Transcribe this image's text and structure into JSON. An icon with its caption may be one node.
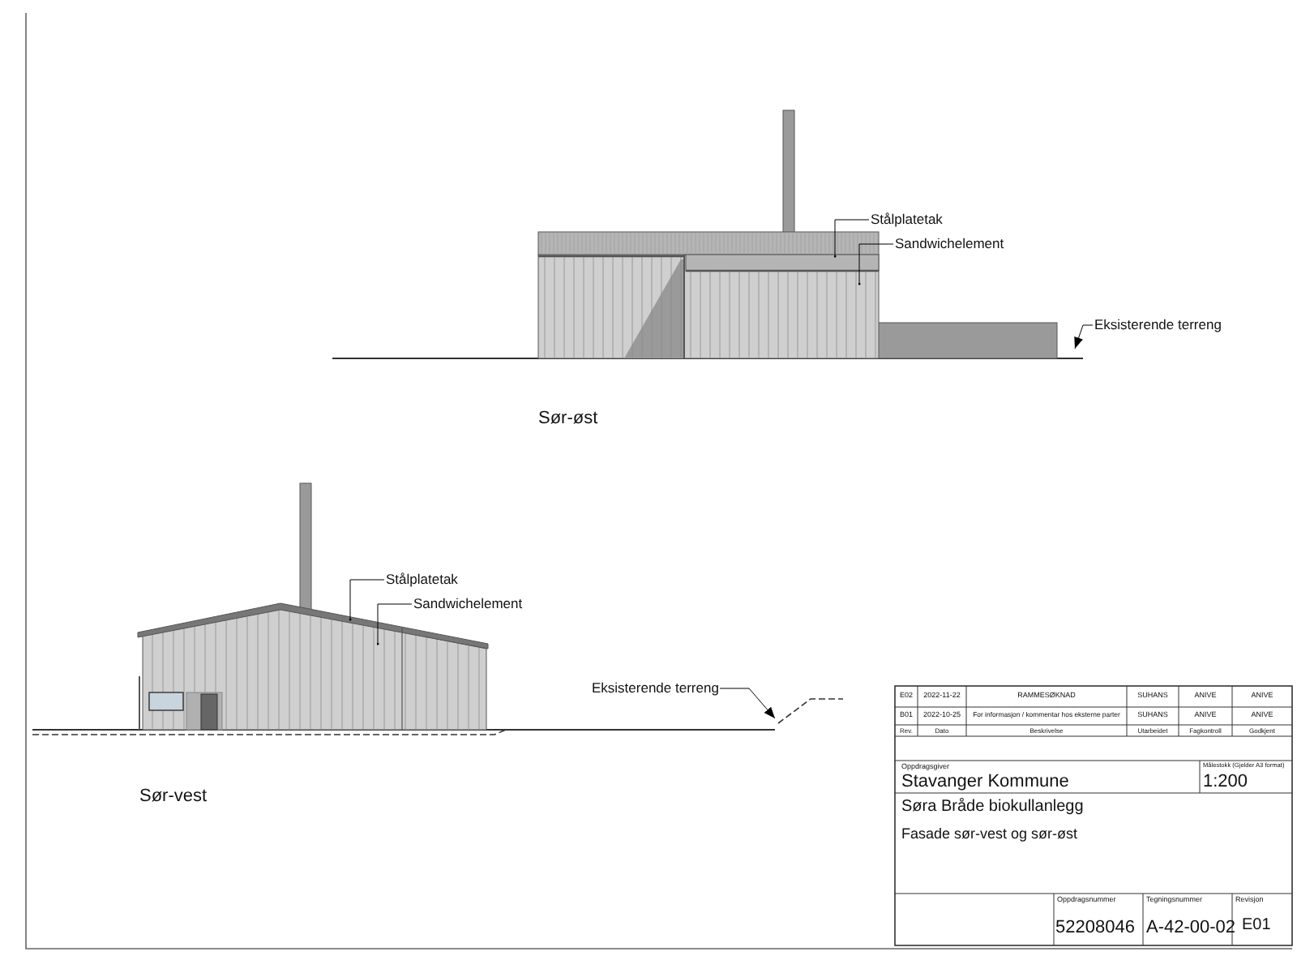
{
  "diagram": {
    "nodes": [
      {
        "text": [
          "Stålplatetak"
        ]
      },
      {
        "text": [
          "Sandwichelement"
        ]
      },
      {
        "text": [
          "Eksisterende terreng"
        ]
      },
      {
        "text": [
          "Stålplatetak"
        ]
      },
      {
        "text": [
          "Sandwichelement"
        ]
      },
      {
        "text": [
          "Eksisterende terreng"
        ]
      }
    ],
    "edges": [
      {
        "from": 0,
        "to": null,
        "arrow": "other"
      },
      {
        "from": 1,
        "to": null,
        "arrow": "other"
      },
      {
        "from": 2,
        "to": null,
        "arrow": "to"
      },
      {
        "from": 3,
        "to": null,
        "arrow": "other"
      },
      {
        "from": 4,
        "to": null,
        "arrow": "other"
      },
      {
        "from": 5,
        "to": null,
        "arrow": "to"
      }
    ],
    "labels": [
      "Sør-øst",
      "Sør-vest",
      "E02",
      "2022-11-22",
      "RAMMESØKNAD",
      "SUHANS",
      "ANIVE",
      "ANIVE",
      "B01",
      "2022-10-25",
      "For informasjon / kommentar hos eksterne parter",
      "SUHANS",
      "ANIVE",
      "ANIVE",
      "Rev.",
      "Dato",
      "Beskrivelse",
      "Utarbeidet",
      "Fagkontroll",
      "Godkjent",
      "Oppdragsgiver",
      "Stavanger Kommune",
      "Målestokk (Gjelder A3 format)",
      "1:200",
      "Søra Bråde biokullanlegg",
      "Fasade sør-vest og sør-øst",
      "Oppdragsnummer",
      "52208046",
      "Tegningsnummer",
      "A-42-00-02",
      "Revisjon",
      "E01"
    ]
  }
}
